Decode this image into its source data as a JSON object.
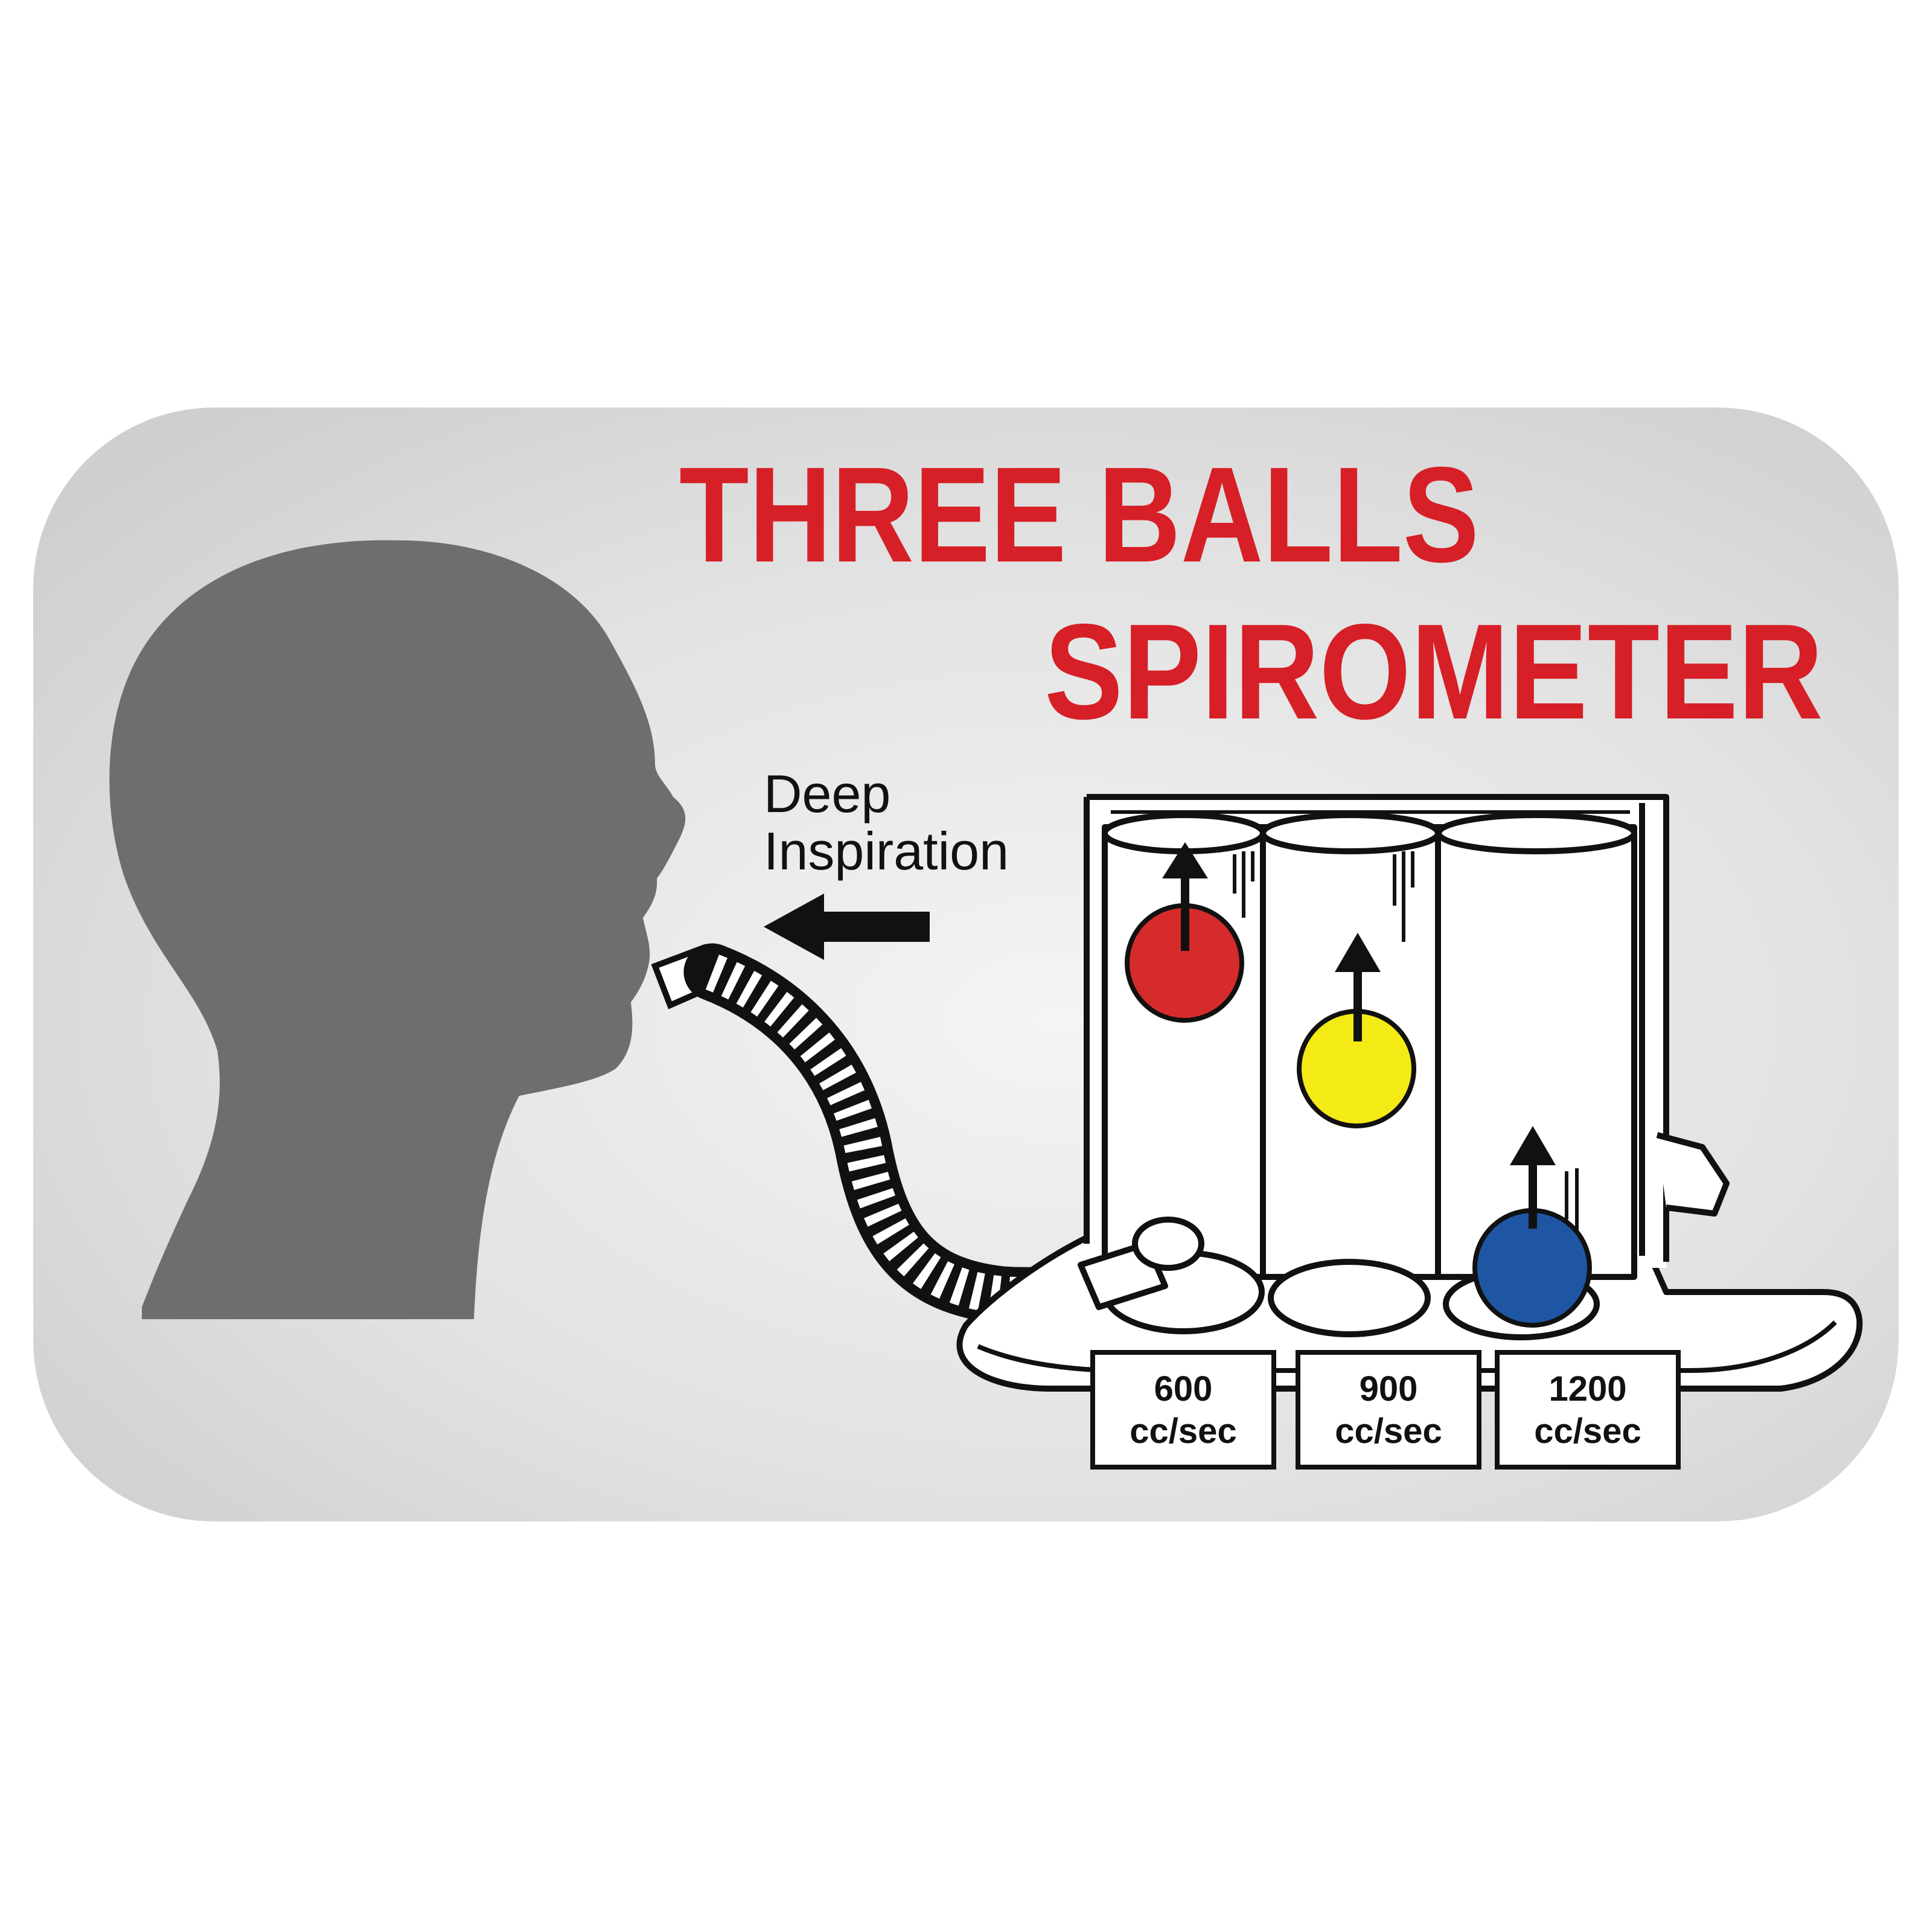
{
  "title": {
    "line1": "THREE BALLS",
    "line2": "SPIROMETER",
    "color": "#d61f26"
  },
  "instruction": {
    "line1": "Deep",
    "line2": "Inspiration"
  },
  "chambers": [
    {
      "rate": "600",
      "unit": "cc/sec",
      "ball_color": "#d52b2b"
    },
    {
      "rate": "900",
      "unit": "cc/sec",
      "ball_color": "#f3ea16"
    },
    {
      "rate": "1200",
      "unit": "cc/sec",
      "ball_color": "#1f56a3"
    }
  ],
  "colors": {
    "panel_background": "#d9d9d9",
    "silhouette": "#6e6e6e",
    "outline": "#111111"
  },
  "icons": {
    "head": "head-silhouette-icon",
    "direction": "left-arrow-icon",
    "device": "spirometer-device-icon"
  }
}
